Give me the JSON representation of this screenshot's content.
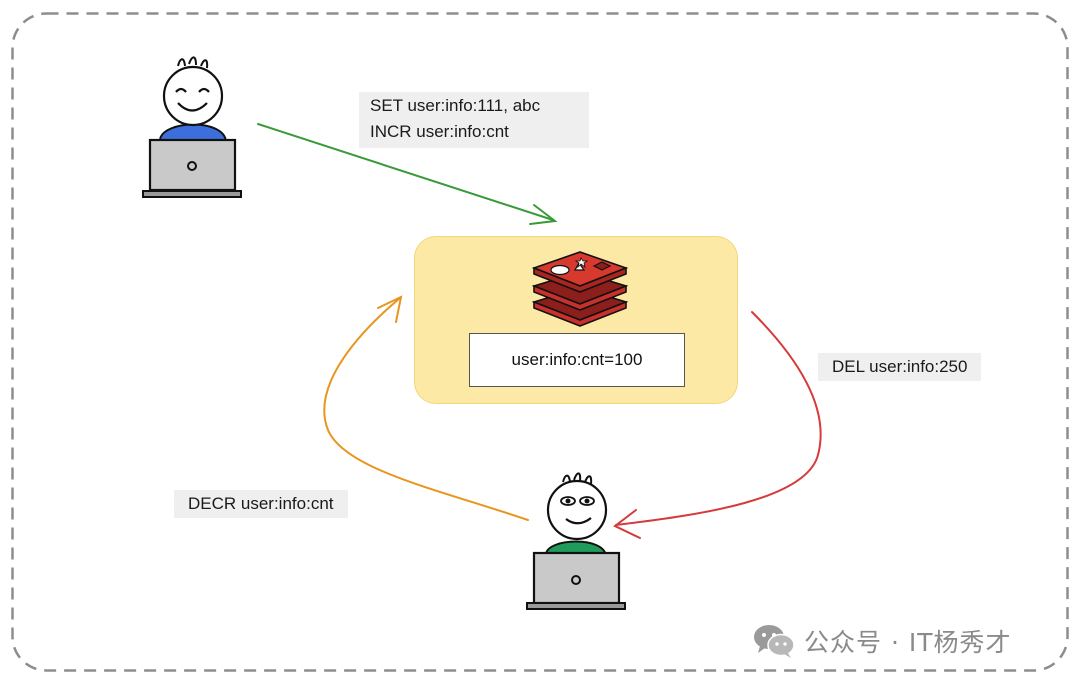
{
  "commands": {
    "set_line1": "SET user:info:111, abc",
    "set_line2": "INCR user:info:cnt",
    "del": "DEL user:info:250",
    "decr": "DECR user:info:cnt"
  },
  "redis": {
    "key_value": "user:info:cnt=100"
  },
  "watermark": {
    "text": "公众号 · IT杨秀才",
    "icon": "wechat-icon"
  },
  "colors": {
    "set_arrow": "#3a9a3a",
    "del_arrow": "#d63a3a",
    "decr_arrow": "#e8951e",
    "redis_bg": "#fde9a6",
    "user1_shirt": "#3d6fdc",
    "user2_shirt": "#1f9b5c",
    "redis_logo": "#c8302b"
  }
}
